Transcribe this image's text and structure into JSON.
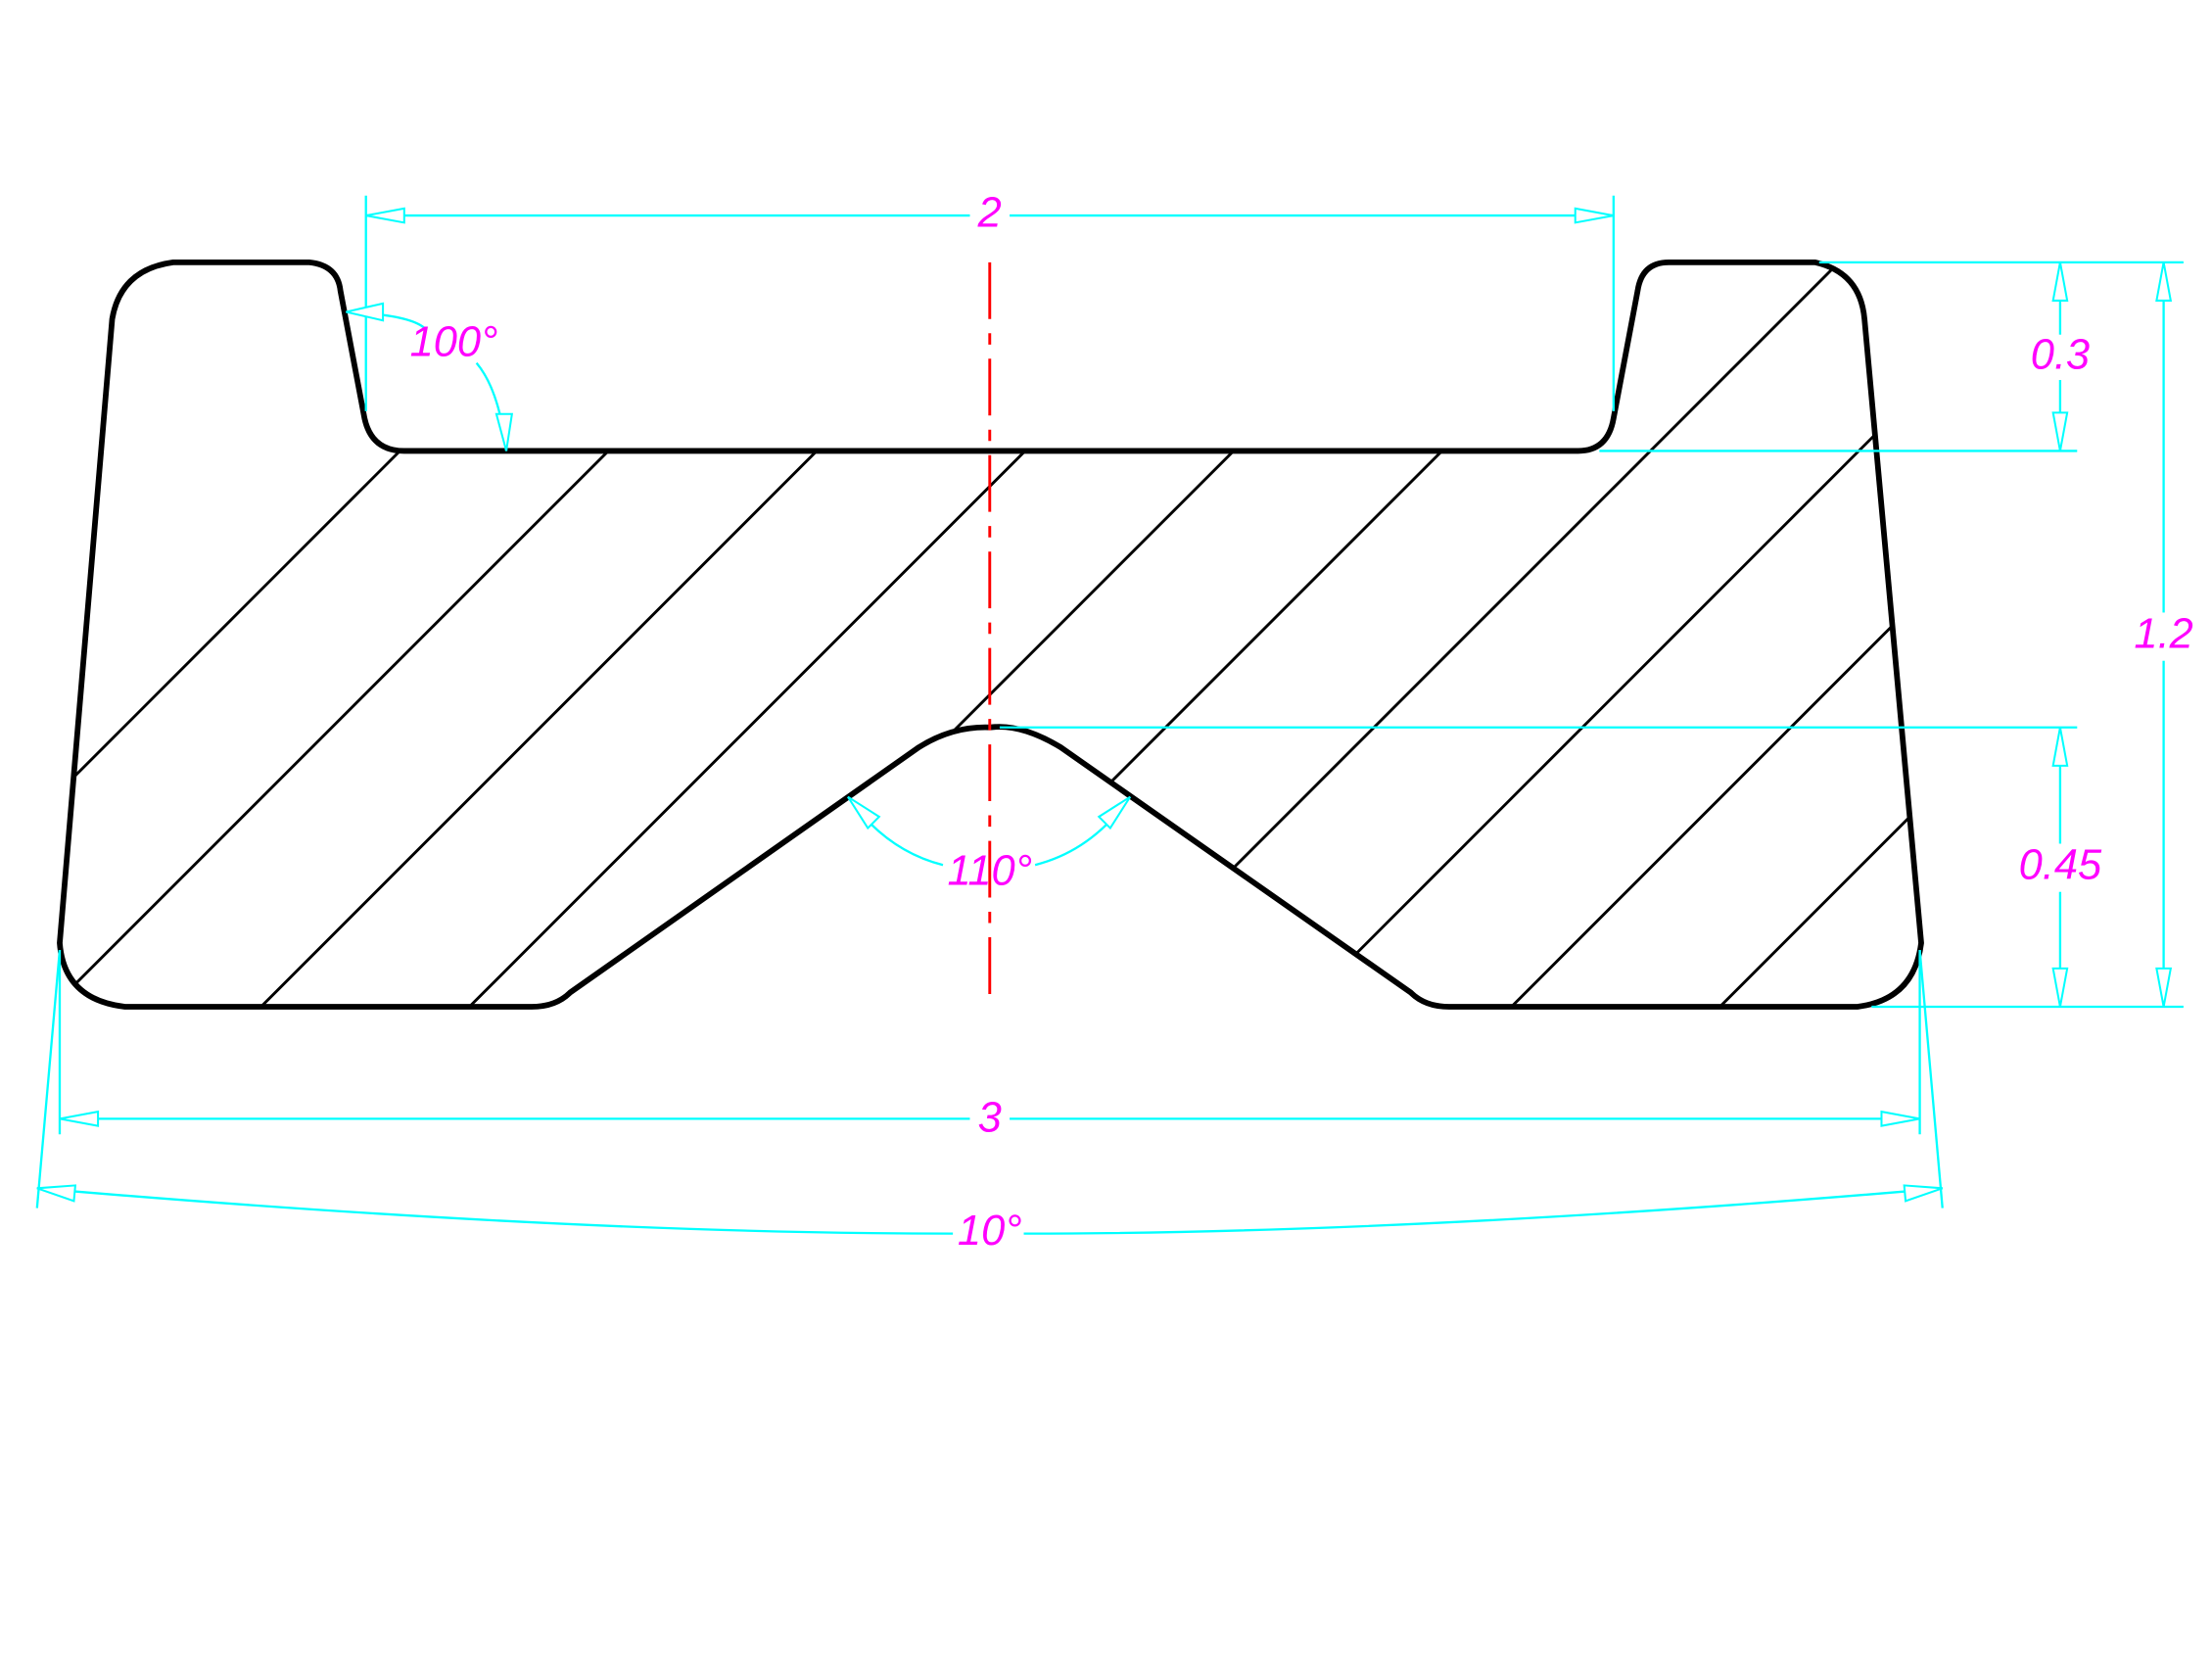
{
  "drawing": {
    "colors": {
      "outline": "#000000",
      "dimension": "#00ffff",
      "dimension_text": "#ff00ff",
      "centerline": "#ff0000"
    },
    "dimensions": {
      "top_width": "2",
      "flank_angle": "100°",
      "groove_depth": "0.3",
      "total_height": "1.2",
      "v_angle": "110°",
      "v_depth": "0.45",
      "bottom_width": "3",
      "taper_angle": "10°"
    }
  }
}
